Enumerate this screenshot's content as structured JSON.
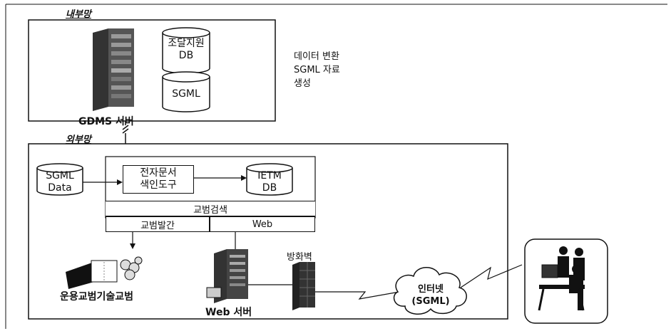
{
  "internal_network": {
    "title": "내부망",
    "db_cylinder": {
      "line1": "조달지원",
      "line2": "DB"
    },
    "sgml_cylinder": "SGML",
    "server_label": "GDMS 서버"
  },
  "conversion_note": {
    "line1": "데이터 변환",
    "line2": "SGML 자료",
    "line3": "생성"
  },
  "external_network": {
    "title": "외부망",
    "sgml_data": {
      "line1": "SGML",
      "line2": "Data"
    },
    "index_tool": {
      "line1": "전자문서",
      "line2": "색인도구"
    },
    "ietm_db": {
      "line1": "IETM",
      "line2": "DB"
    },
    "manual_search": "교범검색",
    "manual_publish": "교범발간",
    "web": "Web",
    "operations_manual": "운용교범기술교범",
    "web_server": "Web 서버",
    "firewall": "방화벽"
  },
  "internet": {
    "line1": "인터넷",
    "line2": "(SGML)"
  }
}
